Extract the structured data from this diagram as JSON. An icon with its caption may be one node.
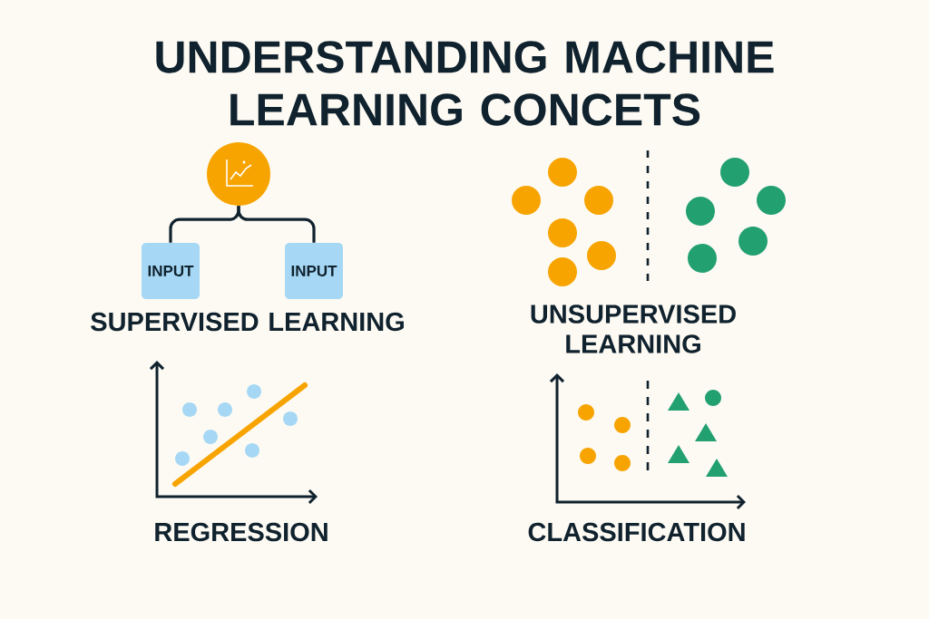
{
  "diagram": {
    "title": "UNDERSTANDING MACHINE LEARNING CONCETS",
    "nodes": [
      {
        "text": [],
        "shape": "circle"
      },
      {
        "text": [
          "INPUT"
        ]
      },
      {
        "text": [
          "INPUT"
        ]
      }
    ],
    "edges": [
      {
        "from": 0,
        "to": 1,
        "arrow": "none"
      },
      {
        "from": 0,
        "to": 2,
        "arrow": "none"
      }
    ],
    "labels": [
      "SUPERVISED LEARNING",
      "UNSUPERVISED LEARNING",
      "REGRESSION",
      "CLASSIFICATION"
    ]
  }
}
